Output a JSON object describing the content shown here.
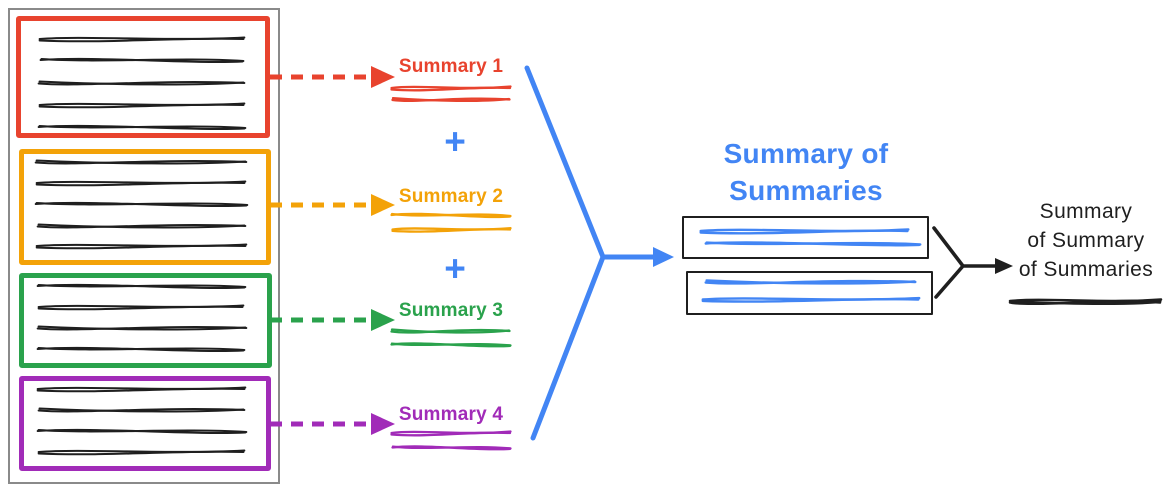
{
  "colors": {
    "red": "#e8432e",
    "orange": "#f3a208",
    "green": "#2aa24c",
    "purple": "#a12bb8",
    "blue": "#4285f4",
    "ink": "#1f1f1f",
    "gray": "#8a8a8a"
  },
  "documents": {
    "items": [
      {
        "name": "document-1",
        "accent": "red",
        "text_lines": 5
      },
      {
        "name": "document-2",
        "accent": "orange",
        "text_lines": 5
      },
      {
        "name": "document-3",
        "accent": "green",
        "text_lines": 4
      },
      {
        "name": "document-4",
        "accent": "purple",
        "text_lines": 4
      }
    ]
  },
  "summaries": {
    "plus": "+",
    "items": [
      {
        "label": "Summary 1",
        "accent": "red"
      },
      {
        "label": "Summary 2",
        "accent": "orange"
      },
      {
        "label": "Summary 3",
        "accent": "green"
      },
      {
        "label": "Summary 4",
        "accent": "purple"
      }
    ]
  },
  "merge": {
    "title": "Summary of\nSummaries",
    "box_count": 2
  },
  "final": {
    "title": "Summary\nof Summary\nof Summaries"
  }
}
